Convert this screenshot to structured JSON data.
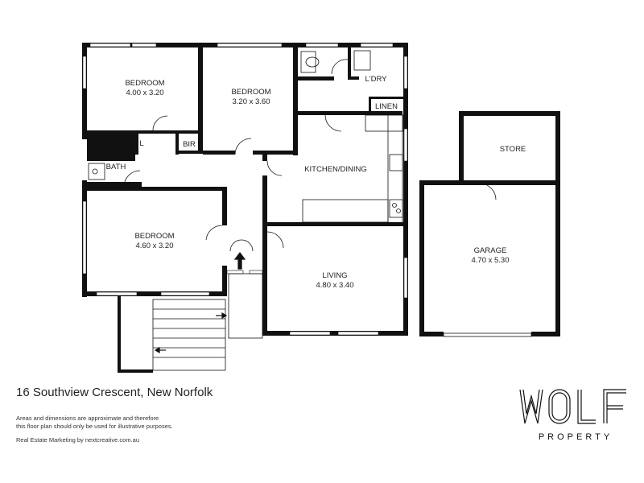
{
  "rooms": {
    "bedroom1": {
      "name": "BEDROOM",
      "dims": "4.00 x 3.20"
    },
    "bedroom2": {
      "name": "BEDROOM",
      "dims": "3.20 x 3.60"
    },
    "bedroom3": {
      "name": "BEDROOM",
      "dims": "4.60 x 3.20"
    },
    "kitchen": {
      "name": "KITCHEN/DINING"
    },
    "living": {
      "name": "LIVING",
      "dims": "4.80 x 3.40"
    },
    "garage": {
      "name": "GARAGE",
      "dims": "4.70 x 5.30"
    },
    "store": {
      "name": "STORE"
    },
    "laundry": {
      "name": "L'DRY"
    },
    "linen": {
      "name": "LINEN"
    },
    "bath": {
      "name": "BATH"
    },
    "bir": {
      "name": "BIR"
    },
    "l": {
      "name": "L"
    }
  },
  "footer": {
    "address": "16 Southview Crescent, New Norfolk",
    "disclaimer_line1": "Areas and dimensions are approximate and therefore",
    "disclaimer_line2": "this floor plan should only be used for illustrative purposes.",
    "credit": "Real Estate Marketing by nextcreative.com.au"
  },
  "logo": {
    "wordmark": "WOLF",
    "sub": "PROPERTY"
  }
}
